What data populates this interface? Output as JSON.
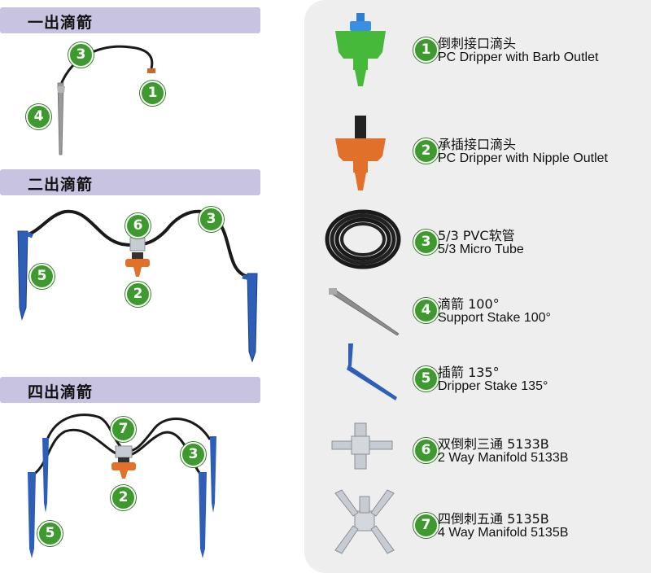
{
  "sections": [
    {
      "title": "一出滴箭"
    },
    {
      "title": "二出滴箭"
    },
    {
      "title": "四出滴箭"
    }
  ],
  "diagram_badges": {
    "s1": [
      "3",
      "1",
      "4"
    ],
    "s2": [
      "6",
      "3",
      "5",
      "2"
    ],
    "s3": [
      "7",
      "3",
      "2",
      "5"
    ]
  },
  "parts": [
    {
      "num": "1",
      "cn": "倒刺接口滴头",
      "en": "PC Dripper with Barb Outlet",
      "icon": "green-dripper-icon"
    },
    {
      "num": "2",
      "cn": "承插接口滴头",
      "en": "PC Dripper with Nipple Outlet",
      "icon": "orange-dripper-icon"
    },
    {
      "num": "3",
      "cn": "5/3 PVC软管",
      "en": "5/3 Micro Tube",
      "icon": "tube-coil-icon"
    },
    {
      "num": "4",
      "cn": "滴箭 100°",
      "en": "Support Stake 100°",
      "icon": "support-stake-icon"
    },
    {
      "num": "5",
      "cn": "插箭 135°",
      "en": "Dripper Stake 135°",
      "icon": "dripper-stake-icon"
    },
    {
      "num": "6",
      "cn": "双倒刺三通 5133B",
      "en": "2 Way Manifold 5133B",
      "icon": "two-way-manifold-icon"
    },
    {
      "num": "7",
      "cn": "四倒刺五通 5135B",
      "en": "4 Way Manifold 5135B",
      "icon": "four-way-manifold-icon"
    }
  ],
  "colors": {
    "banner": "#c9c3e2",
    "badge": "#3e9a2e",
    "panel": "#eeeeee",
    "stake_blue": "#2d5fb8",
    "dripper_orange": "#e0702a",
    "dripper_green": "#46b83a"
  }
}
